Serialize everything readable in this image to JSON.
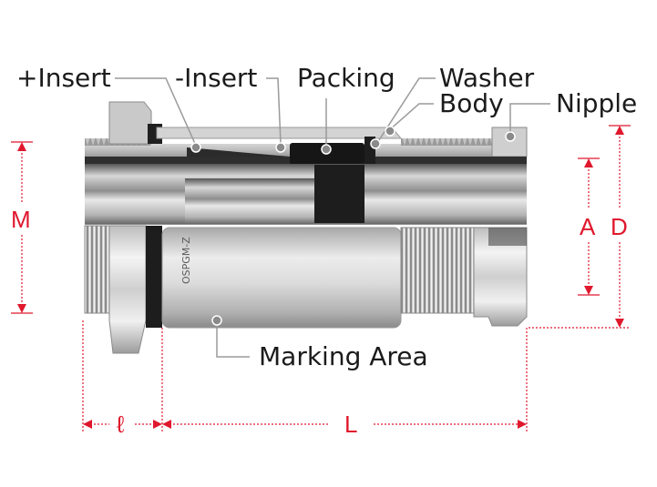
{
  "labels": {
    "plus_insert": "+Insert",
    "minus_insert": "-Insert",
    "packing": "Packing",
    "washer": "Washer",
    "body": "Body",
    "nipple": "Nipple",
    "marking_area": "Marking Area",
    "part_stamp": "OSPGM-Z"
  },
  "dimensions": {
    "m": "M",
    "a": "A",
    "d": "D",
    "l_small": "ℓ",
    "l_large": "L"
  },
  "colors": {
    "dimension_red": "#e0182d",
    "leader_gray": "#9a9a9a",
    "metal_light": "#e6e6e6",
    "metal_dark": "#3a3a3a",
    "packing_black": "#1a1a1a"
  }
}
